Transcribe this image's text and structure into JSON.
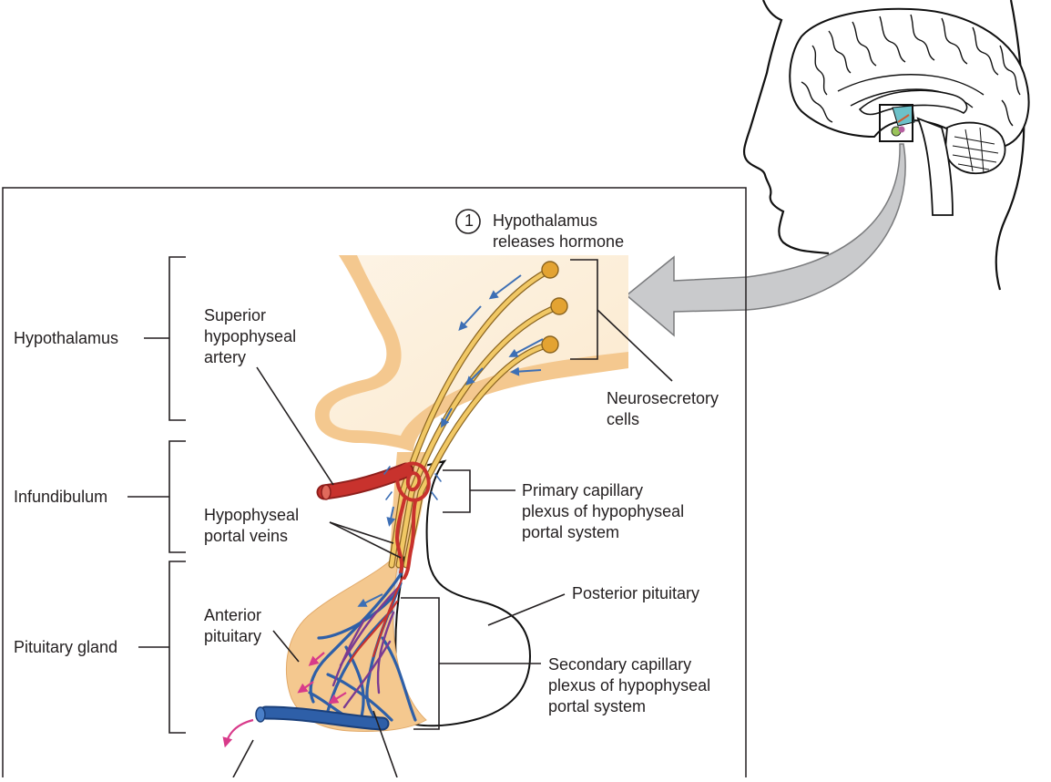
{
  "labels": {
    "step1": {
      "number": "1",
      "lines": [
        "Hypothalamus",
        "releases hormone"
      ]
    },
    "hypothalamus": "Hypothalamus",
    "infundibulum": "Infundibulum",
    "pituitary_gland": "Pituitary gland",
    "superior_artery": [
      "Superior",
      "hypophyseal",
      "artery"
    ],
    "neurosecretory": [
      "Neurosecretory",
      "cells"
    ],
    "portal_veins": [
      "Hypophyseal",
      "portal veins"
    ],
    "primary_plexus": [
      "Primary capillary",
      "plexus of hypophyseal",
      "portal system"
    ],
    "posterior_pituitary": "Posterior pituitary",
    "anterior_pituitary": [
      "Anterior",
      "pituitary"
    ],
    "secondary_plexus": [
      "Secondary capillary",
      "plexus of hypophyseal",
      "portal system"
    ]
  },
  "colors": {
    "tissue": "#f4c88f",
    "tissue_light": "#fbe7c8",
    "axon": "#e8b34a",
    "artery": "#c8322d",
    "vein": "#2e5fa8",
    "flow_arrow": "#3d6fb5",
    "hormone_arrow": "#d83a8a",
    "callout_arrow": "#c9cacc"
  }
}
